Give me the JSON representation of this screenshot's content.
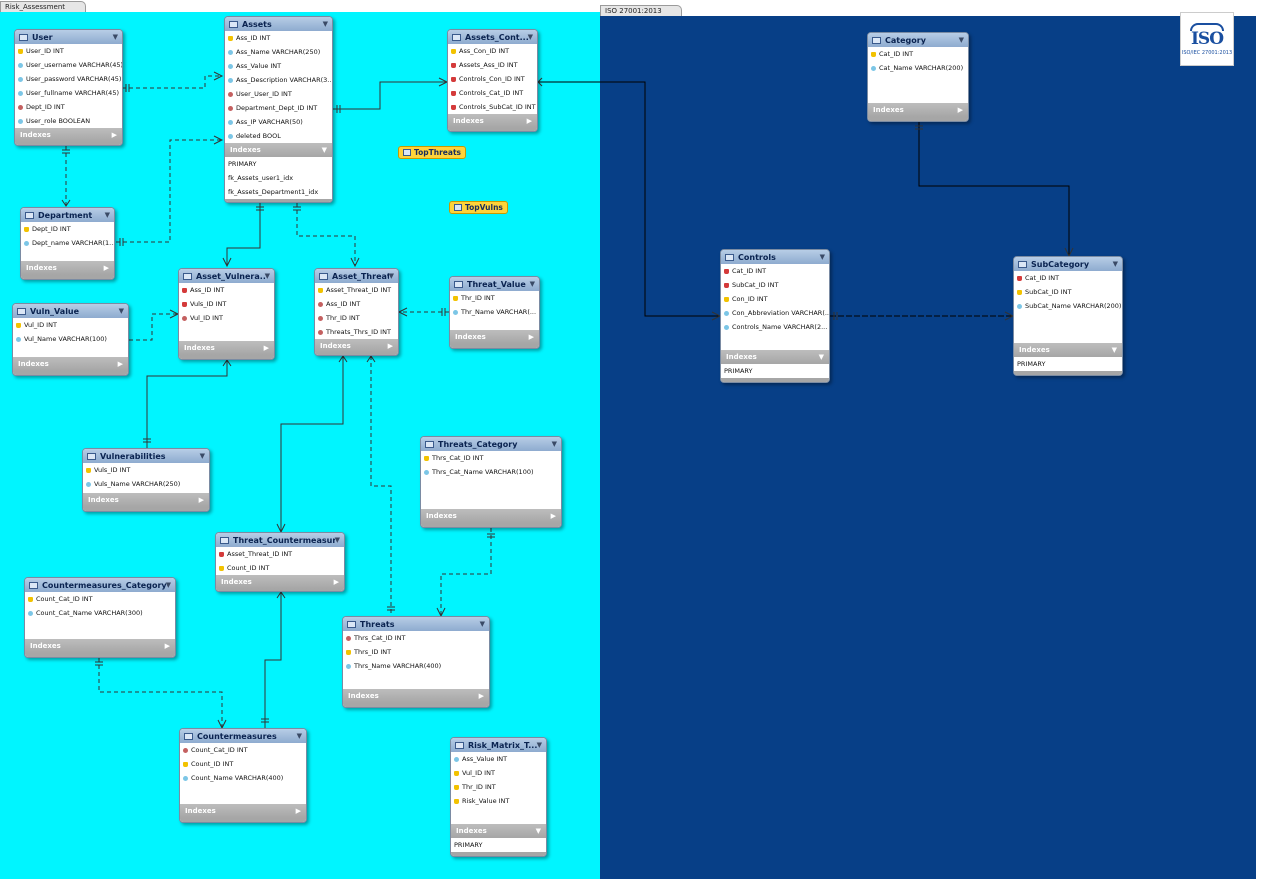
{
  "regions": [
    {
      "label": "Risk_Assessment",
      "color": "#00f5ff"
    },
    {
      "label": "ISO 27001:2013",
      "color": "#073f87"
    }
  ],
  "logo": {
    "text": "ISO",
    "subtext": "ISO/IEC 27001:2013"
  },
  "index_label": "Indexes",
  "views": [
    {
      "name": "TopThreats"
    },
    {
      "name": "TopVulns"
    }
  ],
  "tables": [
    {
      "name": "User",
      "columns": [
        {
          "name": "User_ID INT",
          "key": "pk"
        },
        {
          "name": "User_username VARCHAR(45)",
          "key": "att"
        },
        {
          "name": "User_password VARCHAR(45)",
          "key": "att"
        },
        {
          "name": "User_fullname VARCHAR(45)",
          "key": "att"
        },
        {
          "name": "Dept_ID INT",
          "key": "nfk"
        },
        {
          "name": "User_role BOOLEAN",
          "key": "att"
        }
      ],
      "indexes": []
    },
    {
      "name": "Assets",
      "columns": [
        {
          "name": "Ass_ID INT",
          "key": "pk"
        },
        {
          "name": "Ass_Name VARCHAR(250)",
          "key": "att"
        },
        {
          "name": "Ass_Value INT",
          "key": "att"
        },
        {
          "name": "Ass_Description VARCHAR(3...",
          "key": "att"
        },
        {
          "name": "User_User_ID INT",
          "key": "nfk"
        },
        {
          "name": "Department_Dept_ID INT",
          "key": "nfk"
        },
        {
          "name": "Ass_IP VARCHAR(50)",
          "key": "att"
        },
        {
          "name": "deleted BOOL",
          "key": "att"
        }
      ],
      "indexes": [
        "PRIMARY",
        "fk_Assets_user1_idx",
        "fk_Assets_Department1_idx"
      ]
    },
    {
      "name": "Assets_Cont...",
      "columns": [
        {
          "name": "Ass_Con_ID INT",
          "key": "pk"
        },
        {
          "name": "Assets_Ass_ID INT",
          "key": "fk"
        },
        {
          "name": "Controls_Con_ID INT",
          "key": "fk"
        },
        {
          "name": "Controls_Cat_ID INT",
          "key": "fk"
        },
        {
          "name": "Controls_SubCat_ID INT",
          "key": "fk"
        }
      ],
      "indexes": []
    },
    {
      "name": "Department",
      "columns": [
        {
          "name": "Dept_ID INT",
          "key": "pk"
        },
        {
          "name": "Dept_name VARCHAR(1...",
          "key": "att"
        }
      ],
      "indexes": []
    },
    {
      "name": "Asset_Vulnera...",
      "columns": [
        {
          "name": "Ass_ID INT",
          "key": "fk"
        },
        {
          "name": "Vuls_ID INT",
          "key": "fk"
        },
        {
          "name": "Vul_ID INT",
          "key": "nfk"
        }
      ],
      "indexes": []
    },
    {
      "name": "Asset_Threat",
      "columns": [
        {
          "name": "Asset_Threat_ID INT",
          "key": "pk"
        },
        {
          "name": "Ass_ID INT",
          "key": "nfk"
        },
        {
          "name": "Thr_ID INT",
          "key": "nfk"
        },
        {
          "name": "Threats_Thrs_ID INT",
          "key": "nfk"
        }
      ],
      "indexes": []
    },
    {
      "name": "Threat_Value",
      "columns": [
        {
          "name": "Thr_ID INT",
          "key": "pk"
        },
        {
          "name": "Thr_Name VARCHAR(...",
          "key": "att"
        }
      ],
      "indexes": []
    },
    {
      "name": "Vuln_Value",
      "columns": [
        {
          "name": "Vul_ID INT",
          "key": "pk"
        },
        {
          "name": "Vul_Name VARCHAR(100)",
          "key": "att"
        }
      ],
      "indexes": []
    },
    {
      "name": "Vulnerabilities",
      "columns": [
        {
          "name": "Vuls_ID INT",
          "key": "pk"
        },
        {
          "name": "Vuls_Name VARCHAR(250)",
          "key": "att"
        }
      ],
      "indexes": []
    },
    {
      "name": "Threats_Category",
      "columns": [
        {
          "name": "Thrs_Cat_ID INT",
          "key": "pk"
        },
        {
          "name": "Thrs_Cat_Name VARCHAR(100)",
          "key": "att"
        }
      ],
      "indexes": []
    },
    {
      "name": "Threat_Countermeasures",
      "columns": [
        {
          "name": "Asset_Threat_ID INT",
          "key": "fk"
        },
        {
          "name": "Count_ID INT",
          "key": "pk"
        }
      ],
      "indexes": []
    },
    {
      "name": "Countermeasures_Category",
      "columns": [
        {
          "name": "Count_Cat_ID INT",
          "key": "pk"
        },
        {
          "name": "Count_Cat_Name VARCHAR(300)",
          "key": "att"
        }
      ],
      "indexes": []
    },
    {
      "name": "Threats",
      "columns": [
        {
          "name": "Thrs_Cat_ID INT",
          "key": "nfk"
        },
        {
          "name": "Thrs_ID INT",
          "key": "pk"
        },
        {
          "name": "Thrs_Name VARCHAR(400)",
          "key": "att"
        }
      ],
      "indexes": []
    },
    {
      "name": "Countermeasures",
      "columns": [
        {
          "name": "Count_Cat_ID INT",
          "key": "nfk"
        },
        {
          "name": "Count_ID INT",
          "key": "pk"
        },
        {
          "name": "Count_Name VARCHAR(400)",
          "key": "att"
        }
      ],
      "indexes": []
    },
    {
      "name": "Risk_Matrix_T...",
      "columns": [
        {
          "name": "Ass_Value INT",
          "key": "att"
        },
        {
          "name": "Vul_ID INT",
          "key": "pk"
        },
        {
          "name": "Thr_ID INT",
          "key": "pk"
        },
        {
          "name": "Risk_Value INT",
          "key": "pk"
        }
      ],
      "indexes": [
        "PRIMARY"
      ]
    },
    {
      "name": "Category",
      "columns": [
        {
          "name": "Cat_ID INT",
          "key": "pk"
        },
        {
          "name": "Cat_Name VARCHAR(200)",
          "key": "att"
        }
      ],
      "indexes": []
    },
    {
      "name": "Controls",
      "columns": [
        {
          "name": "Cat_ID INT",
          "key": "fk"
        },
        {
          "name": "SubCat_ID INT",
          "key": "fk"
        },
        {
          "name": "Con_ID INT",
          "key": "pk"
        },
        {
          "name": "Con_Abbreviation VARCHAR(...",
          "key": "att"
        },
        {
          "name": "Controls_Name VARCHAR(2...",
          "key": "att"
        }
      ],
      "indexes": [
        "PRIMARY"
      ]
    },
    {
      "name": "SubCategory",
      "columns": [
        {
          "name": "Cat_ID INT",
          "key": "fk"
        },
        {
          "name": "SubCat_ID INT",
          "key": "pk"
        },
        {
          "name": "SubCat_Name VARCHAR(200)",
          "key": "att"
        }
      ],
      "indexes": [
        "PRIMARY"
      ]
    }
  ]
}
